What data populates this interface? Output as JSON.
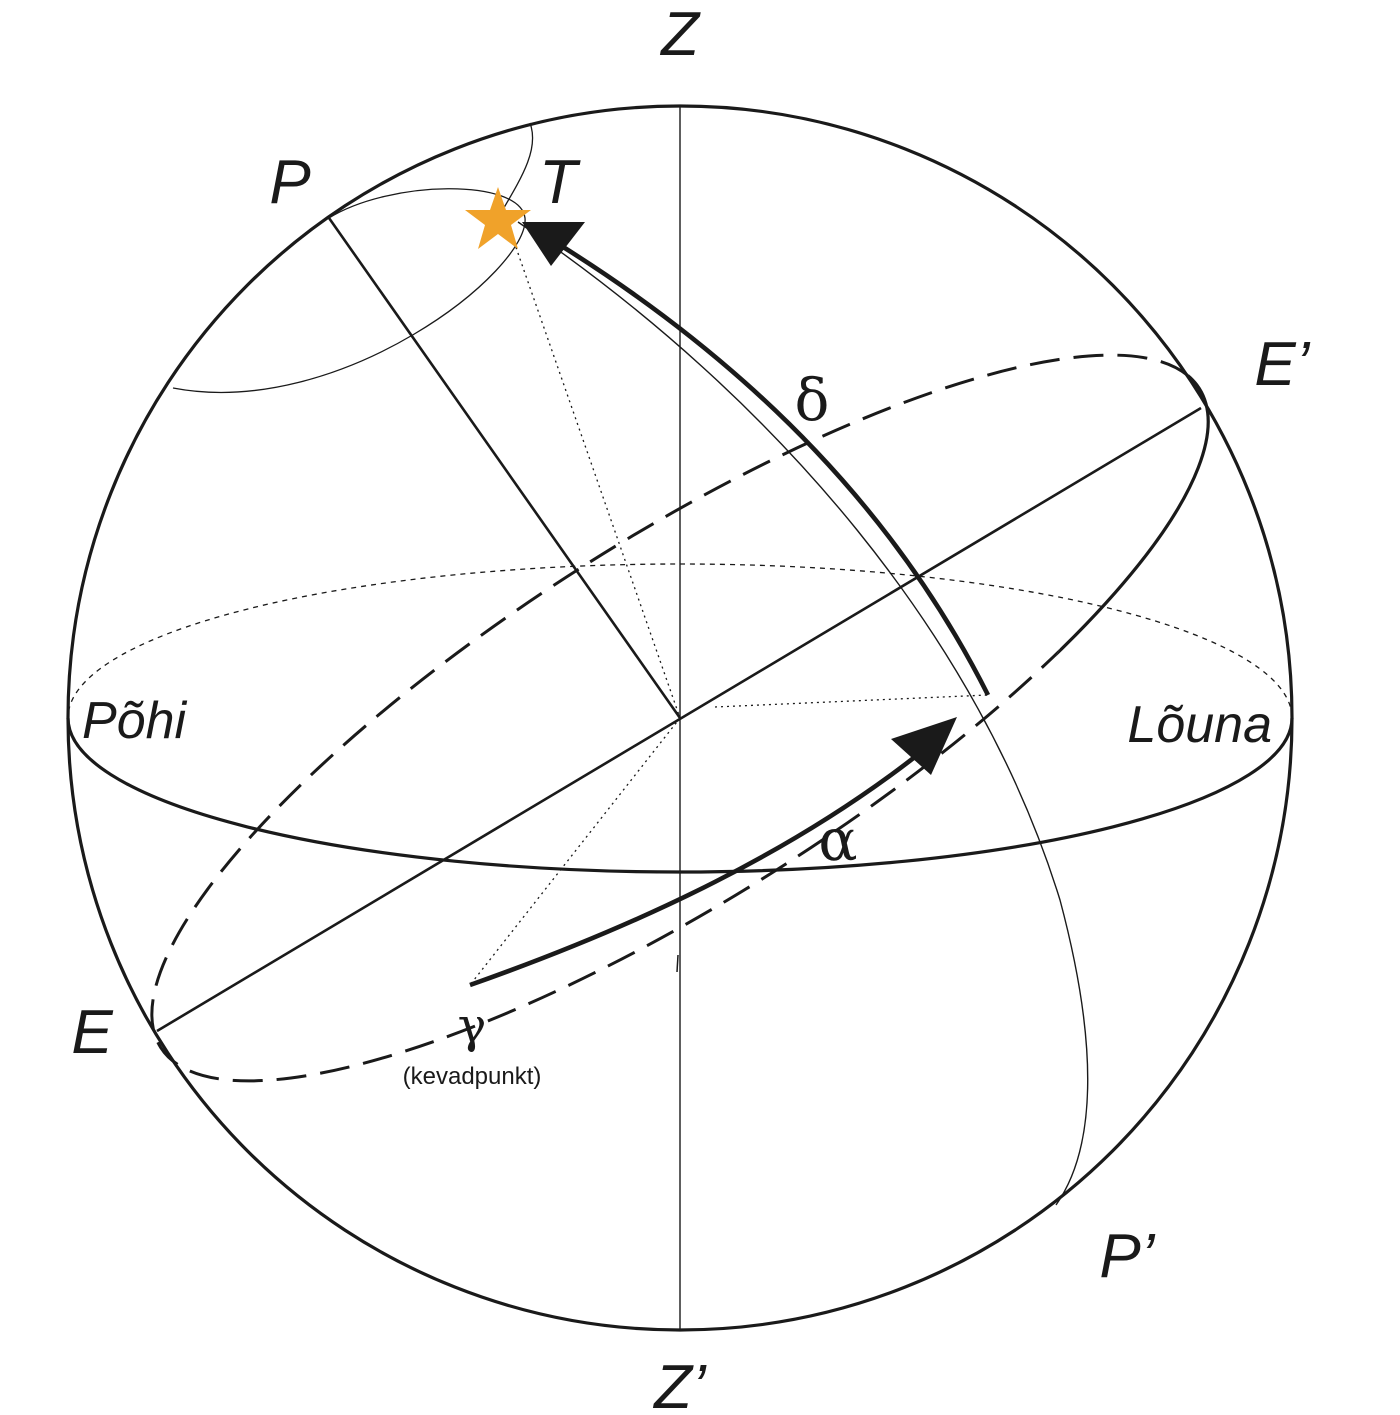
{
  "labels": {
    "zenith": "Z",
    "nadir": "Z’",
    "north_pole": "P",
    "south_pole": "P’",
    "star": "T",
    "equator_left": "E",
    "equator_right": "E’",
    "north": "Põhi",
    "south": "Lõuna",
    "declination": "δ",
    "right_ascension": "α",
    "vernal_point_symbol": "γ",
    "vernal_point_name": "(kevadpunkt)"
  },
  "colors": {
    "line": "#1a1a1a",
    "star": "#f0a22a",
    "background": "#ffffff"
  },
  "icons": {
    "star": "star-icon",
    "arrow": "arrowhead-icon"
  }
}
